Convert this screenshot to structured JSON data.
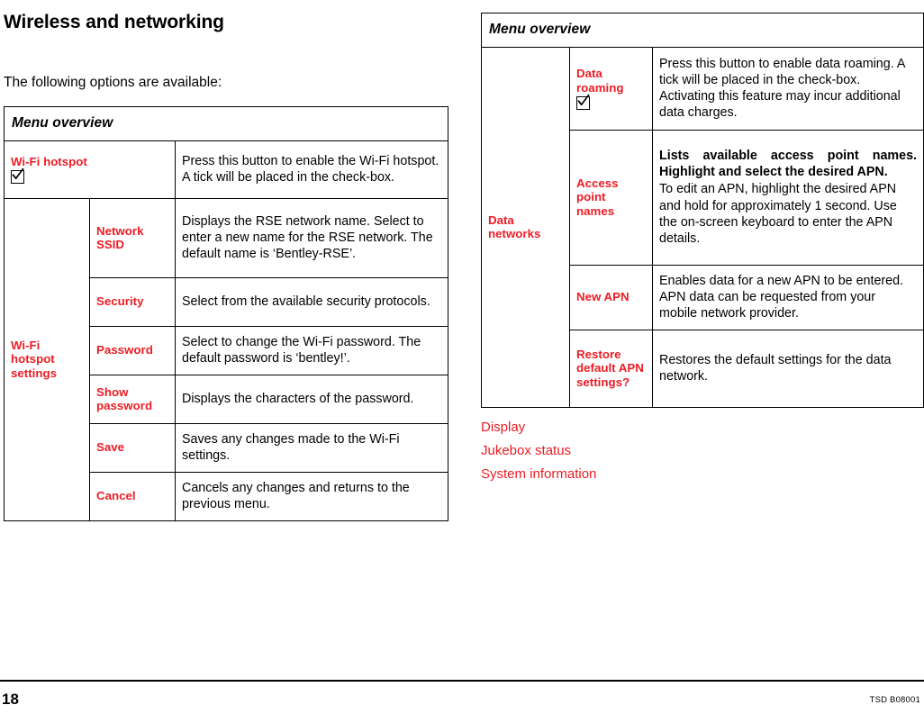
{
  "page": {
    "title": "Wireless and networking",
    "intro": "The following options are available:",
    "footer_page_number": "18",
    "footer_code": "TSD B08001",
    "accent_color": "#ED1C24",
    "text_color": "#000000",
    "background_color": "#FFFFFF"
  },
  "left_table": {
    "header": "Menu overview",
    "rows": [
      {
        "group_label": "",
        "label": "Wi-Fi hotspot",
        "has_checkbox": true,
        "checkbox_icon": "checkbox-checked-icon",
        "description": "Press this button to enable the Wi-Fi hotspot. A tick will be placed in the check-box."
      },
      {
        "group_label": "Wi-Fi hotspot settings",
        "label": "Network SSID",
        "has_checkbox": false,
        "description": "Displays the RSE network name. Select to enter a new name for the RSE network. The default name is ‘Bentley-RSE’."
      },
      {
        "label": "Security",
        "has_checkbox": false,
        "description": "Select from the available security protocols."
      },
      {
        "label": "Password",
        "has_checkbox": false,
        "description": "Select to change the Wi-Fi password. The default password is ‘bentley!’."
      },
      {
        "label": "Show password",
        "has_checkbox": false,
        "description": "Displays the characters of the password."
      },
      {
        "label": "Save",
        "has_checkbox": false,
        "description": "Saves any changes made to the Wi-Fi settings."
      },
      {
        "label": "Cancel",
        "has_checkbox": false,
        "description": "Cancels any changes and returns to the previous menu."
      }
    ]
  },
  "right_table": {
    "header": "Menu overview",
    "group_label": "Data networks",
    "rows": [
      {
        "label": "Data roaming",
        "has_checkbox": true,
        "checkbox_icon": "checkbox-checked-icon",
        "description": "Press this button to enable data roaming. A tick will be placed in the check-box. Activating this feature may incur additional data charges."
      },
      {
        "label": "Access point names",
        "has_checkbox": false,
        "description_lead": "Lists available access point names. Highlight and select the desired APN.",
        "description_follow": "To edit an APN, highlight the desired APN and hold for approximately 1 second. Use the on-screen keyboard to enter the APN details."
      },
      {
        "label": "New APN",
        "has_checkbox": false,
        "description": "Enables data for a new APN to be entered. APN data can be requested from your mobile network provider."
      },
      {
        "label": "Restore default APN settings?",
        "has_checkbox": false,
        "description": "Restores the default settings for the data network."
      }
    ]
  },
  "link_list": {
    "items": [
      {
        "label": "Display"
      },
      {
        "label": "Jukebox status"
      },
      {
        "label": "System information"
      }
    ]
  }
}
